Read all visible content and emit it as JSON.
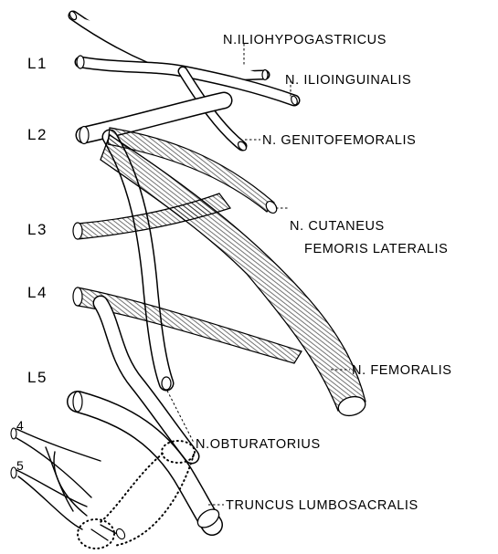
{
  "levels": {
    "l1": "L1",
    "l2": "L2",
    "l3": "L3",
    "l4": "L4",
    "l5": "L5",
    "s4": "4",
    "s5": "5"
  },
  "labels": {
    "iliohypogastricus": "N.ILIOHYPOGASTRICUS",
    "ilioinguinalis": "N. ILIOINGUINALIS",
    "genitofemoralis": "N. GENITOFEMORALIS",
    "cutaneus_line1": "N. CUTANEUS",
    "cutaneus_line2": "FEMORIS LATERALIS",
    "femoralis": "N. FEMORALIS",
    "obturatorius": "N.OBTURATORIUS",
    "truncus": "TRUNCUS LUMBOSACRALIS"
  }
}
